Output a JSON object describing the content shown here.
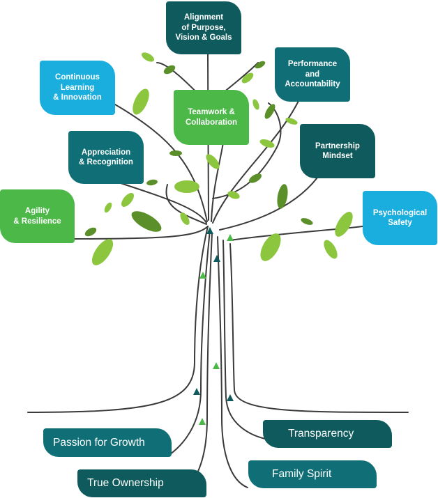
{
  "colors": {
    "dark_teal": "#0f5a5c",
    "teal": "#0f6e76",
    "cyan": "#1aaedf",
    "green": "#4cb848",
    "branch": "#3a3a3a",
    "leaf_light": "#8cc63f",
    "leaf_dark": "#5a8f2a"
  },
  "canopy": {
    "alignment": "Alignment\nof Purpose,\nVision & Goals",
    "performance": "Performance\nand\nAccountability",
    "continuous": "Continuous\nLearning\n& Innovation",
    "teamwork": "Teamwork &\nCollaboration",
    "appreciation": "Appreciation\n& Recognition",
    "partnership": "Partnership\nMindset",
    "agility": "Agility\n& Resilience",
    "psychological": "Psychological\nSafety"
  },
  "roots": {
    "passion": "Passion for Growth",
    "ownership": "True Ownership",
    "transparency": "Transparency",
    "family": "Family Spirit"
  }
}
